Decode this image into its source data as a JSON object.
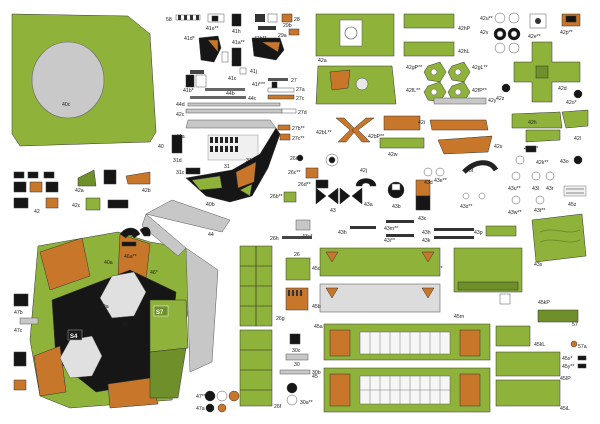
{
  "labels": {
    "l_40c": "40c",
    "l_40": "40",
    "l_58": "58",
    "l_41e": "41e**",
    "l_41h": "41h",
    "l_41e2": "41e*",
    "l_28": "28",
    "l_29b": "29b",
    "l_29a": "29a",
    "l_41d": "41d*",
    "l_41b": "41b*",
    "l_41c": "41c",
    "l_41b2": "41b**",
    "l_41a": "41a**",
    "l_41i": "41i***",
    "l_41j": "41j",
    "l_44b": "44b",
    "l_44c": "44c",
    "l_44d": "44d",
    "l_44a": "44a",
    "l_42c": "42c",
    "l_27": "27",
    "l_27a": "27a",
    "l_27c": "27c",
    "l_27d": "27d",
    "l_27b": "27b**",
    "l_27c2": "27c**",
    "l_31d": "31d",
    "l_31c": "31c",
    "l_31a": "31a",
    "l_26i": "26i",
    "l_26c": "26c**",
    "l_26d": "26d**",
    "l_26b": "26b**",
    "l_43x": "43",
    "l_42a_left": "42a",
    "l_42b_left": "42b",
    "l_42_left": "42",
    "l_42c_left": "42c",
    "l_40b": "40b",
    "l_40a": "40a",
    "l_44": "44",
    "l_46a": "46a**",
    "l_46b": "46*",
    "l_47b": "47b",
    "l_47c": "47c",
    "l_49a": "49a",
    "l_s4": "S4",
    "l_s7": "S7",
    "l_a8": "48",
    "l_47a": "47a",
    "l_47": "47**",
    "l_26h": "26h",
    "l_26": "26",
    "l_26f": "26f",
    "l_26g": "26g",
    "l_30": "30",
    "l_30b": "30b",
    "l_30c": "30c",
    "l_30a": "30a**",
    "l_45a": "45a",
    "l_45b": "45b",
    "l_45c": "45c",
    "l_45m": "45m",
    "l_45": "45",
    "l_45kL": "45kL",
    "l_45kP": "45kP",
    "l_45i": "45i",
    "l_45IP": "45IP",
    "l_45iL": "45iL",
    "l_45s": "45s*",
    "l_45y": "45y**",
    "l_57": "57",
    "l_57a": "57a",
    "l_42nP": "42hP",
    "l_42nL": "42hL",
    "l_42a_top": "42a",
    "l_42gP": "42gP**",
    "l_42gL": "42gL**",
    "l_42fL": "42fL**",
    "l_42fP": "42fP**",
    "l_42e": "42e**",
    "l_42p": "42p**",
    "l_42z": "42z",
    "l_42u": "42u**",
    "l_42v": "42v",
    "l_42d": "42d",
    "l_42o": "42o*",
    "l_42i": "42i",
    "l_42s": "42s",
    "l_42y": "42y",
    "l_42w": "42w",
    "l_42j": "42j",
    "l_42h": "42h",
    "l_42l": "42l",
    "l_42m": "42m**",
    "l_42k": "42k**",
    "l_43o": "43o",
    "l_42bL": "42bL**",
    "l_42bP": "42bP**",
    "l_43a": "43a",
    "l_43b": "43b",
    "l_43c": "43c",
    "l_43d": "43d",
    "l_43e": "43e**",
    "l_43f": "43f",
    "l_43g": "43g**",
    "l_43h": "43h",
    "l_43i": "43i**",
    "l_43j": "43j",
    "l_43k": "43k",
    "l_43l": "43l",
    "l_43m": "43m**",
    "l_43p": "43p",
    "l_43r": "43r",
    "l_43s": "43s**",
    "l_43t": "43t**",
    "l_43u": "43u**",
    "l_43w": "43w**",
    "l_43x2": "43x",
    "l_43y": "43y*",
    "l_45z": "45z",
    "l_31": "31",
    "l_42t": "42t",
    "l_42n": "42n",
    "l_42r": "42r"
  },
  "colors": {
    "camo_green": "#8fb33a",
    "camo_green_dark": "#6f8f2a",
    "camo_brown": "#c8772a",
    "camo_black": "#161616",
    "metal_grey": "#c7c7c7"
  }
}
